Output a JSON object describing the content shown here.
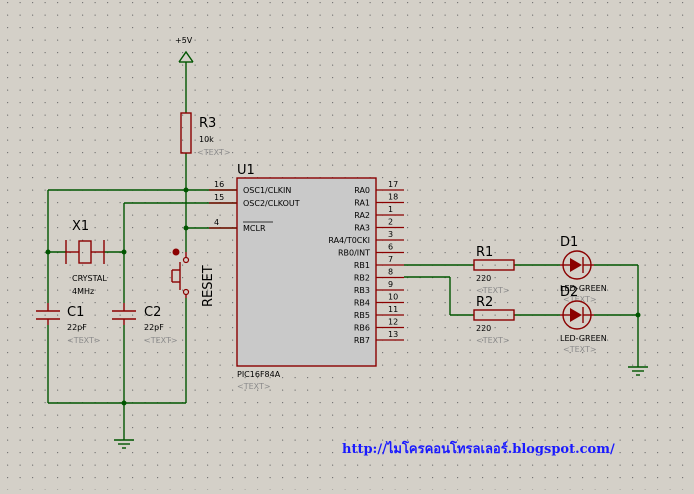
{
  "supply": {
    "label": "+5V"
  },
  "chip": {
    "ref": "U1",
    "model": "PIC16F84A",
    "placeholder": "<TEXT>",
    "left_pins": [
      {
        "num": "16",
        "name": "OSC1/CLKIN"
      },
      {
        "num": "15",
        "name": "OSC2/CLKOUT"
      },
      {
        "num": "4",
        "name": "MCLR"
      }
    ],
    "right_pins": [
      {
        "num": "17",
        "name": "RA0"
      },
      {
        "num": "18",
        "name": "RA1"
      },
      {
        "num": "1",
        "name": "RA2"
      },
      {
        "num": "2",
        "name": "RA3"
      },
      {
        "num": "3",
        "name": "RA4/T0CKI"
      },
      {
        "num": "6",
        "name": "RB0/INT"
      },
      {
        "num": "7",
        "name": "RB1"
      },
      {
        "num": "8",
        "name": "RB2"
      },
      {
        "num": "9",
        "name": "RB3"
      },
      {
        "num": "10",
        "name": "RB4"
      },
      {
        "num": "11",
        "name": "RB5"
      },
      {
        "num": "12",
        "name": "RB6"
      },
      {
        "num": "13",
        "name": "RB7"
      }
    ]
  },
  "r3": {
    "ref": "R3",
    "value": "10k",
    "placeholder": "<TEXT>"
  },
  "crystal": {
    "ref": "X1",
    "type": "CRYSTAL",
    "freq": "4MHz"
  },
  "c1": {
    "ref": "C1",
    "value": "22pF",
    "placeholder": "<TEXT>"
  },
  "c2": {
    "ref": "C2",
    "value": "22pF",
    "placeholder": "<TEXT>"
  },
  "reset": {
    "label": "RESET"
  },
  "r1": {
    "ref": "R1",
    "value": "220",
    "placeholder": "<TEXT>"
  },
  "r2": {
    "ref": "R2",
    "value": "220",
    "placeholder": "<TEXT>"
  },
  "d1": {
    "ref": "D1",
    "type": "LED-GREEN",
    "placeholder": "<TEXT>"
  },
  "d2": {
    "ref": "D2",
    "type": "LED-GREEN",
    "placeholder": "<TEXT>"
  },
  "footer": {
    "url": "http://ไมโครคอนโทรลเลอร์.blogspot.com/"
  },
  "colors": {
    "background": "#d4d0c8",
    "wire": "#005500",
    "component": "#8b0000",
    "chip_fill": "#c9c9c9",
    "url": "#1a1aff"
  }
}
